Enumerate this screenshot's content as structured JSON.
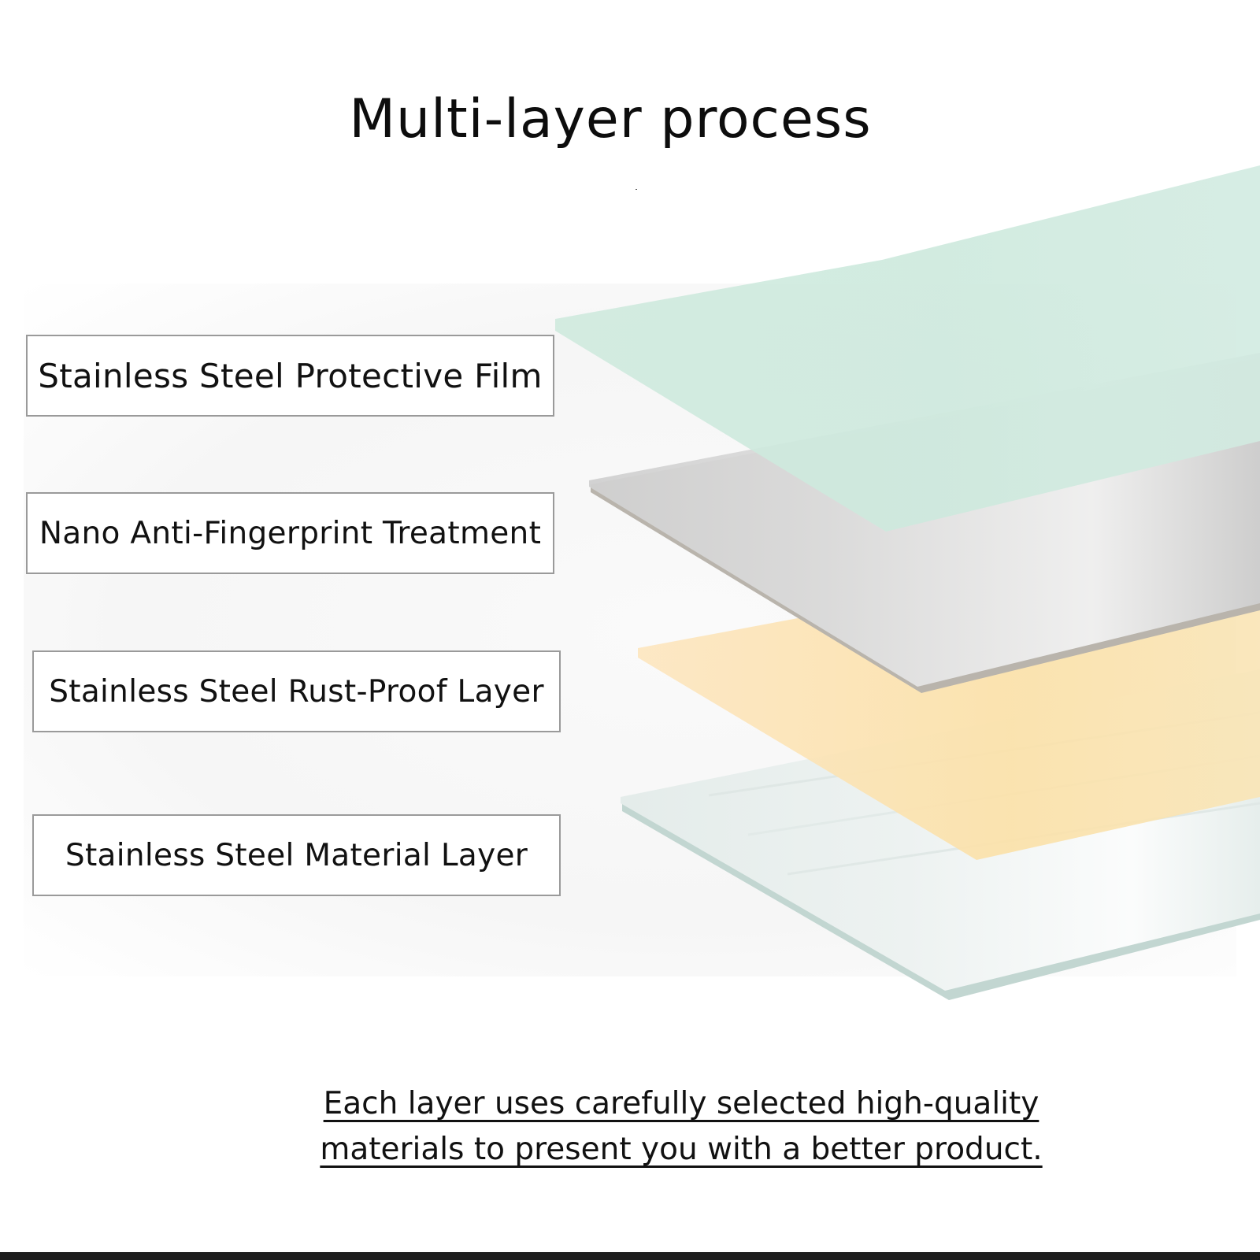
{
  "title": "Multi-layer process",
  "layers": [
    {
      "label": "Stainless Steel Protective Film",
      "color": "#cfeade"
    },
    {
      "label": "Nano Anti-Fingerprint Treatment",
      "color": "#d6d6d6"
    },
    {
      "label": "Stainless Steel Rust-Proof Layer",
      "color": "#fce3b4"
    },
    {
      "label": "Stainless Steel Material Layer",
      "color": "#e9f1ef"
    }
  ],
  "caption": {
    "line1": "Each layer uses carefully selected high-quality ",
    "line2": "materials to present you with a better product."
  }
}
